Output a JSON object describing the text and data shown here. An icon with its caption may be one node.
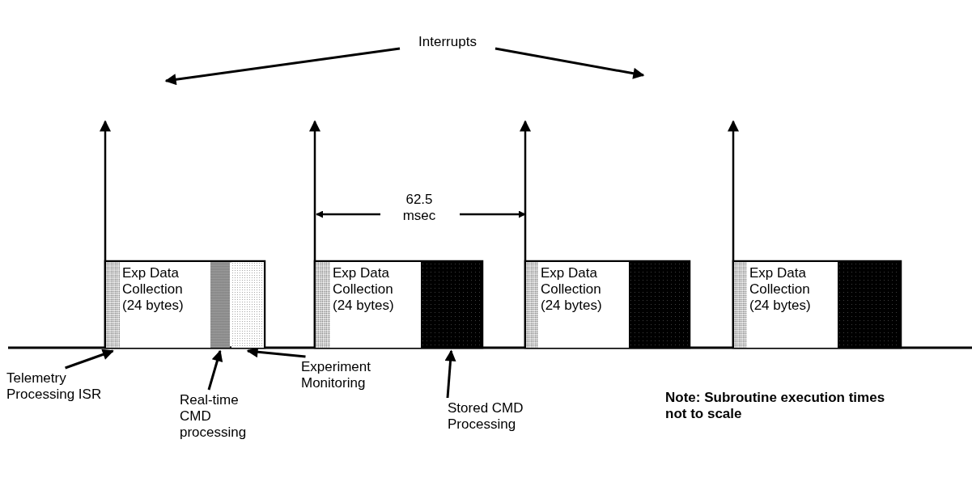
{
  "diagram": {
    "nodes": [
      {
        "text": [
          "Interrupts"
        ]
      },
      {
        "text": [],
        "shape": "bar"
      },
      {
        "text": [
          "Exp Data Collection (24 bytes)"
        ]
      },
      {
        "text": [],
        "shape": "bar"
      },
      {
        "text": [],
        "shape": "bar"
      },
      {
        "text": [],
        "shape": "bar"
      },
      {
        "text": [
          "Exp Data Collection (24 bytes)"
        ]
      },
      {
        "text": [],
        "shape": "bar"
      },
      {
        "text": [],
        "shape": "bar"
      },
      {
        "text": [
          "Exp Data Collection (24 bytes)"
        ]
      },
      {
        "text": [],
        "shape": "bar"
      },
      {
        "text": [],
        "shape": "bar"
      },
      {
        "text": [
          "Exp Data Collection (24 bytes)"
        ]
      },
      {
        "text": [],
        "shape": "bar"
      },
      {
        "text": [
          "Telemetry Processing ISR"
        ]
      },
      {
        "text": [
          "Real-time CMD processing"
        ]
      },
      {
        "text": [
          "Experiment Monitoring"
        ]
      },
      {
        "text": [
          "Stored CMD Processing"
        ]
      }
    ],
    "edges": [
      {
        "from": 0,
        "to": null,
        "arrow": "to"
      },
      {
        "from": 0,
        "to": null,
        "arrow": "to"
      },
      {
        "from": 14,
        "to": 1,
        "arrow": "to"
      },
      {
        "from": 15,
        "to": 3,
        "arrow": "to"
      },
      {
        "from": 16,
        "to": 4,
        "arrow": "to"
      },
      {
        "from": 17,
        "to": 7,
        "arrow": "to"
      }
    ],
    "labels": [
      "62.5 msec",
      "Note: Subroutine execution times not to scale"
    ]
  }
}
